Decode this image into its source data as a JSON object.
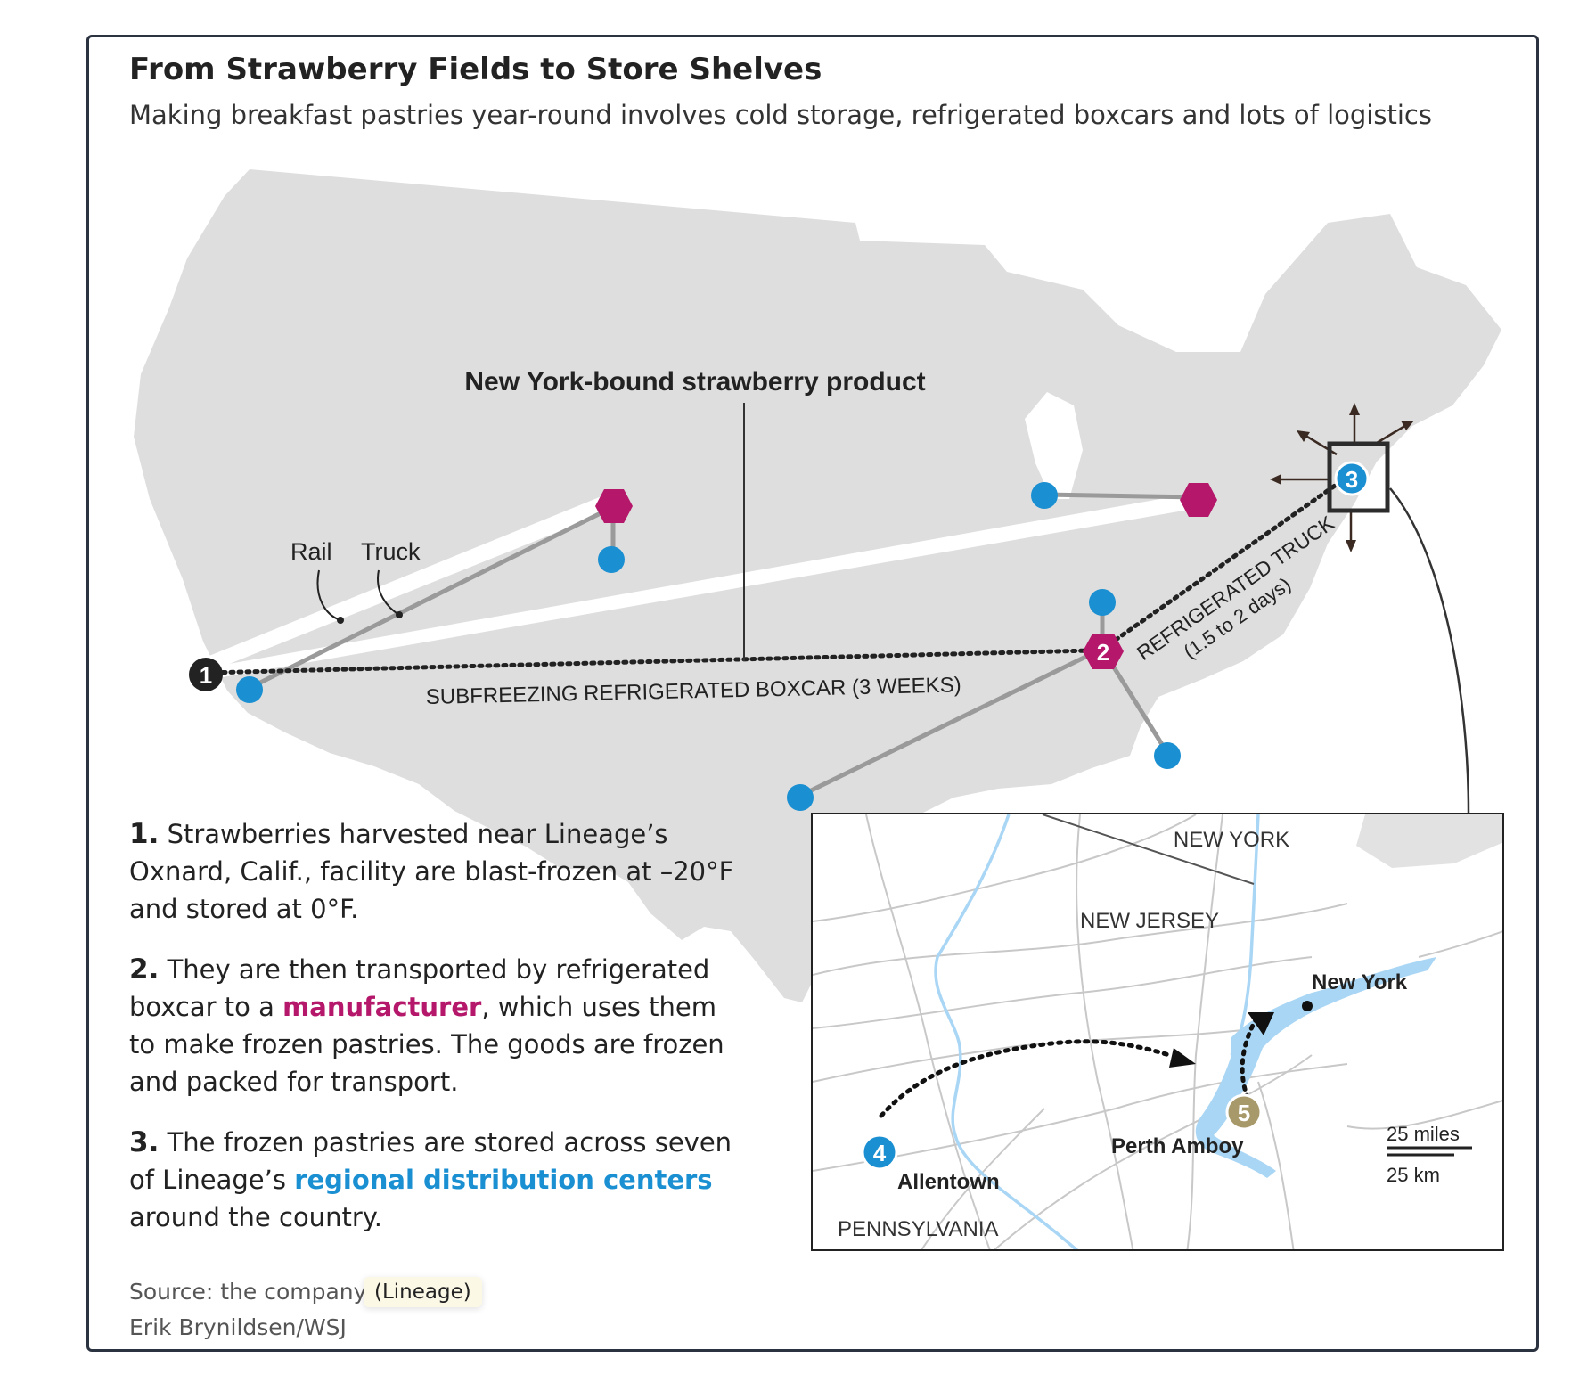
{
  "header": {
    "title": "From Strawberry Fields to Store Shelves",
    "subtitle": "Making breakfast pastries year-round involves cold storage, refrigerated boxcars and lots of logistics"
  },
  "map": {
    "callout": "New York-bound strawberry product",
    "rail_label": "Rail",
    "truck_label": "Truck",
    "boxcar_label": "SUBFREEZING REFRIGERATED BOXCAR (3 WEEKS)",
    "truck_route_label": "REFRIGERATED TRUCK",
    "truck_route_duration": "(1.5 to 2 days)",
    "markers": [
      "1",
      "2",
      "3"
    ],
    "colors": {
      "land": "#dedede",
      "manufacturer": "#b5176a",
      "distribution_center": "#1a8fd1",
      "origin": "#222222"
    }
  },
  "inset": {
    "labels": {
      "new_york_state": "NEW YORK",
      "new_jersey": "NEW JERSEY",
      "pennsylvania": "PENNSYLVANIA"
    },
    "cities": {
      "new_york": "New York",
      "perth_amboy": "Perth Amboy",
      "allentown": "Allentown"
    },
    "markers": [
      "4",
      "5"
    ],
    "scale": {
      "miles": "25 miles",
      "km": "25 km"
    },
    "colors": {
      "water": "#a9d6f5",
      "roads": "#c8c8c8",
      "marker5": "#a8996a"
    }
  },
  "steps": [
    {
      "num": "1.",
      "text": "Strawberries harvested near Lineage’s Oxnard, Calif., facility are blast-frozen at –20°F and stored at 0°F."
    },
    {
      "num": "2.",
      "before": "They are then transported by refrigerated boxcar to a ",
      "highlight": "manufacturer",
      "after": ", which uses them to make frozen pastries. The goods are frozen and packed for transport."
    },
    {
      "num": "3.",
      "before": "The frozen pastries are stored across seven of Lineage’s ",
      "highlight": "regional distribution centers",
      "after": " around the country."
    }
  ],
  "footer": {
    "source": "Source: the company",
    "tooltip": "(Lineage)",
    "credit": "Erik Brynildsen/WSJ"
  }
}
